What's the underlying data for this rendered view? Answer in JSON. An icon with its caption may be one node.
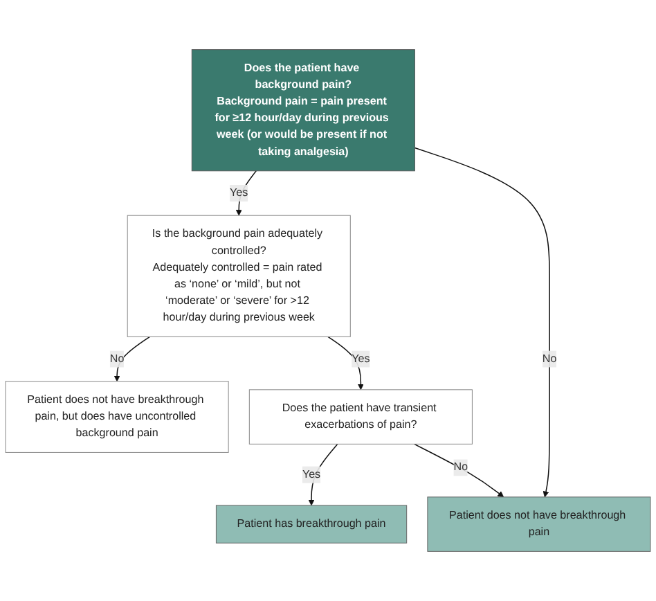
{
  "diagram": {
    "nodes": [
      {
        "text": [
          "Does the patient have background pain?",
          "Background pain = pain present for ≥12 hour/day during previous week (or would be present if not taking analgesia)"
        ]
      },
      {
        "text": [
          "Is the background pain adequately controlled?",
          "Adequately controlled = pain rated as ‘none’ or ‘mild’, but not ‘moderate’ or ‘severe’ for >12 hour/day during previous week"
        ]
      },
      {
        "text": [
          "Patient does not have breakthrough pain, but does have uncontrolled background pain"
        ]
      },
      {
        "text": [
          "Does the patient have transient exacerbations of pain?"
        ]
      },
      {
        "text": [
          "Patient has breakthrough pain"
        ]
      },
      {
        "text": [
          "Patient does not have breakthrough pain"
        ]
      }
    ],
    "edges": [
      {
        "from": 0,
        "to": 1,
        "arrow": "to",
        "label": "Yes"
      },
      {
        "from": 0,
        "to": 5,
        "arrow": "to",
        "label": "No"
      },
      {
        "from": 1,
        "to": 2,
        "arrow": "to",
        "label": "No"
      },
      {
        "from": 1,
        "to": 3,
        "arrow": "to",
        "label": "Yes"
      },
      {
        "from": 3,
        "to": 5,
        "arrow": "to",
        "label": "No"
      },
      {
        "from": 3,
        "to": 4,
        "arrow": "to",
        "label": "Yes"
      }
    ]
  }
}
